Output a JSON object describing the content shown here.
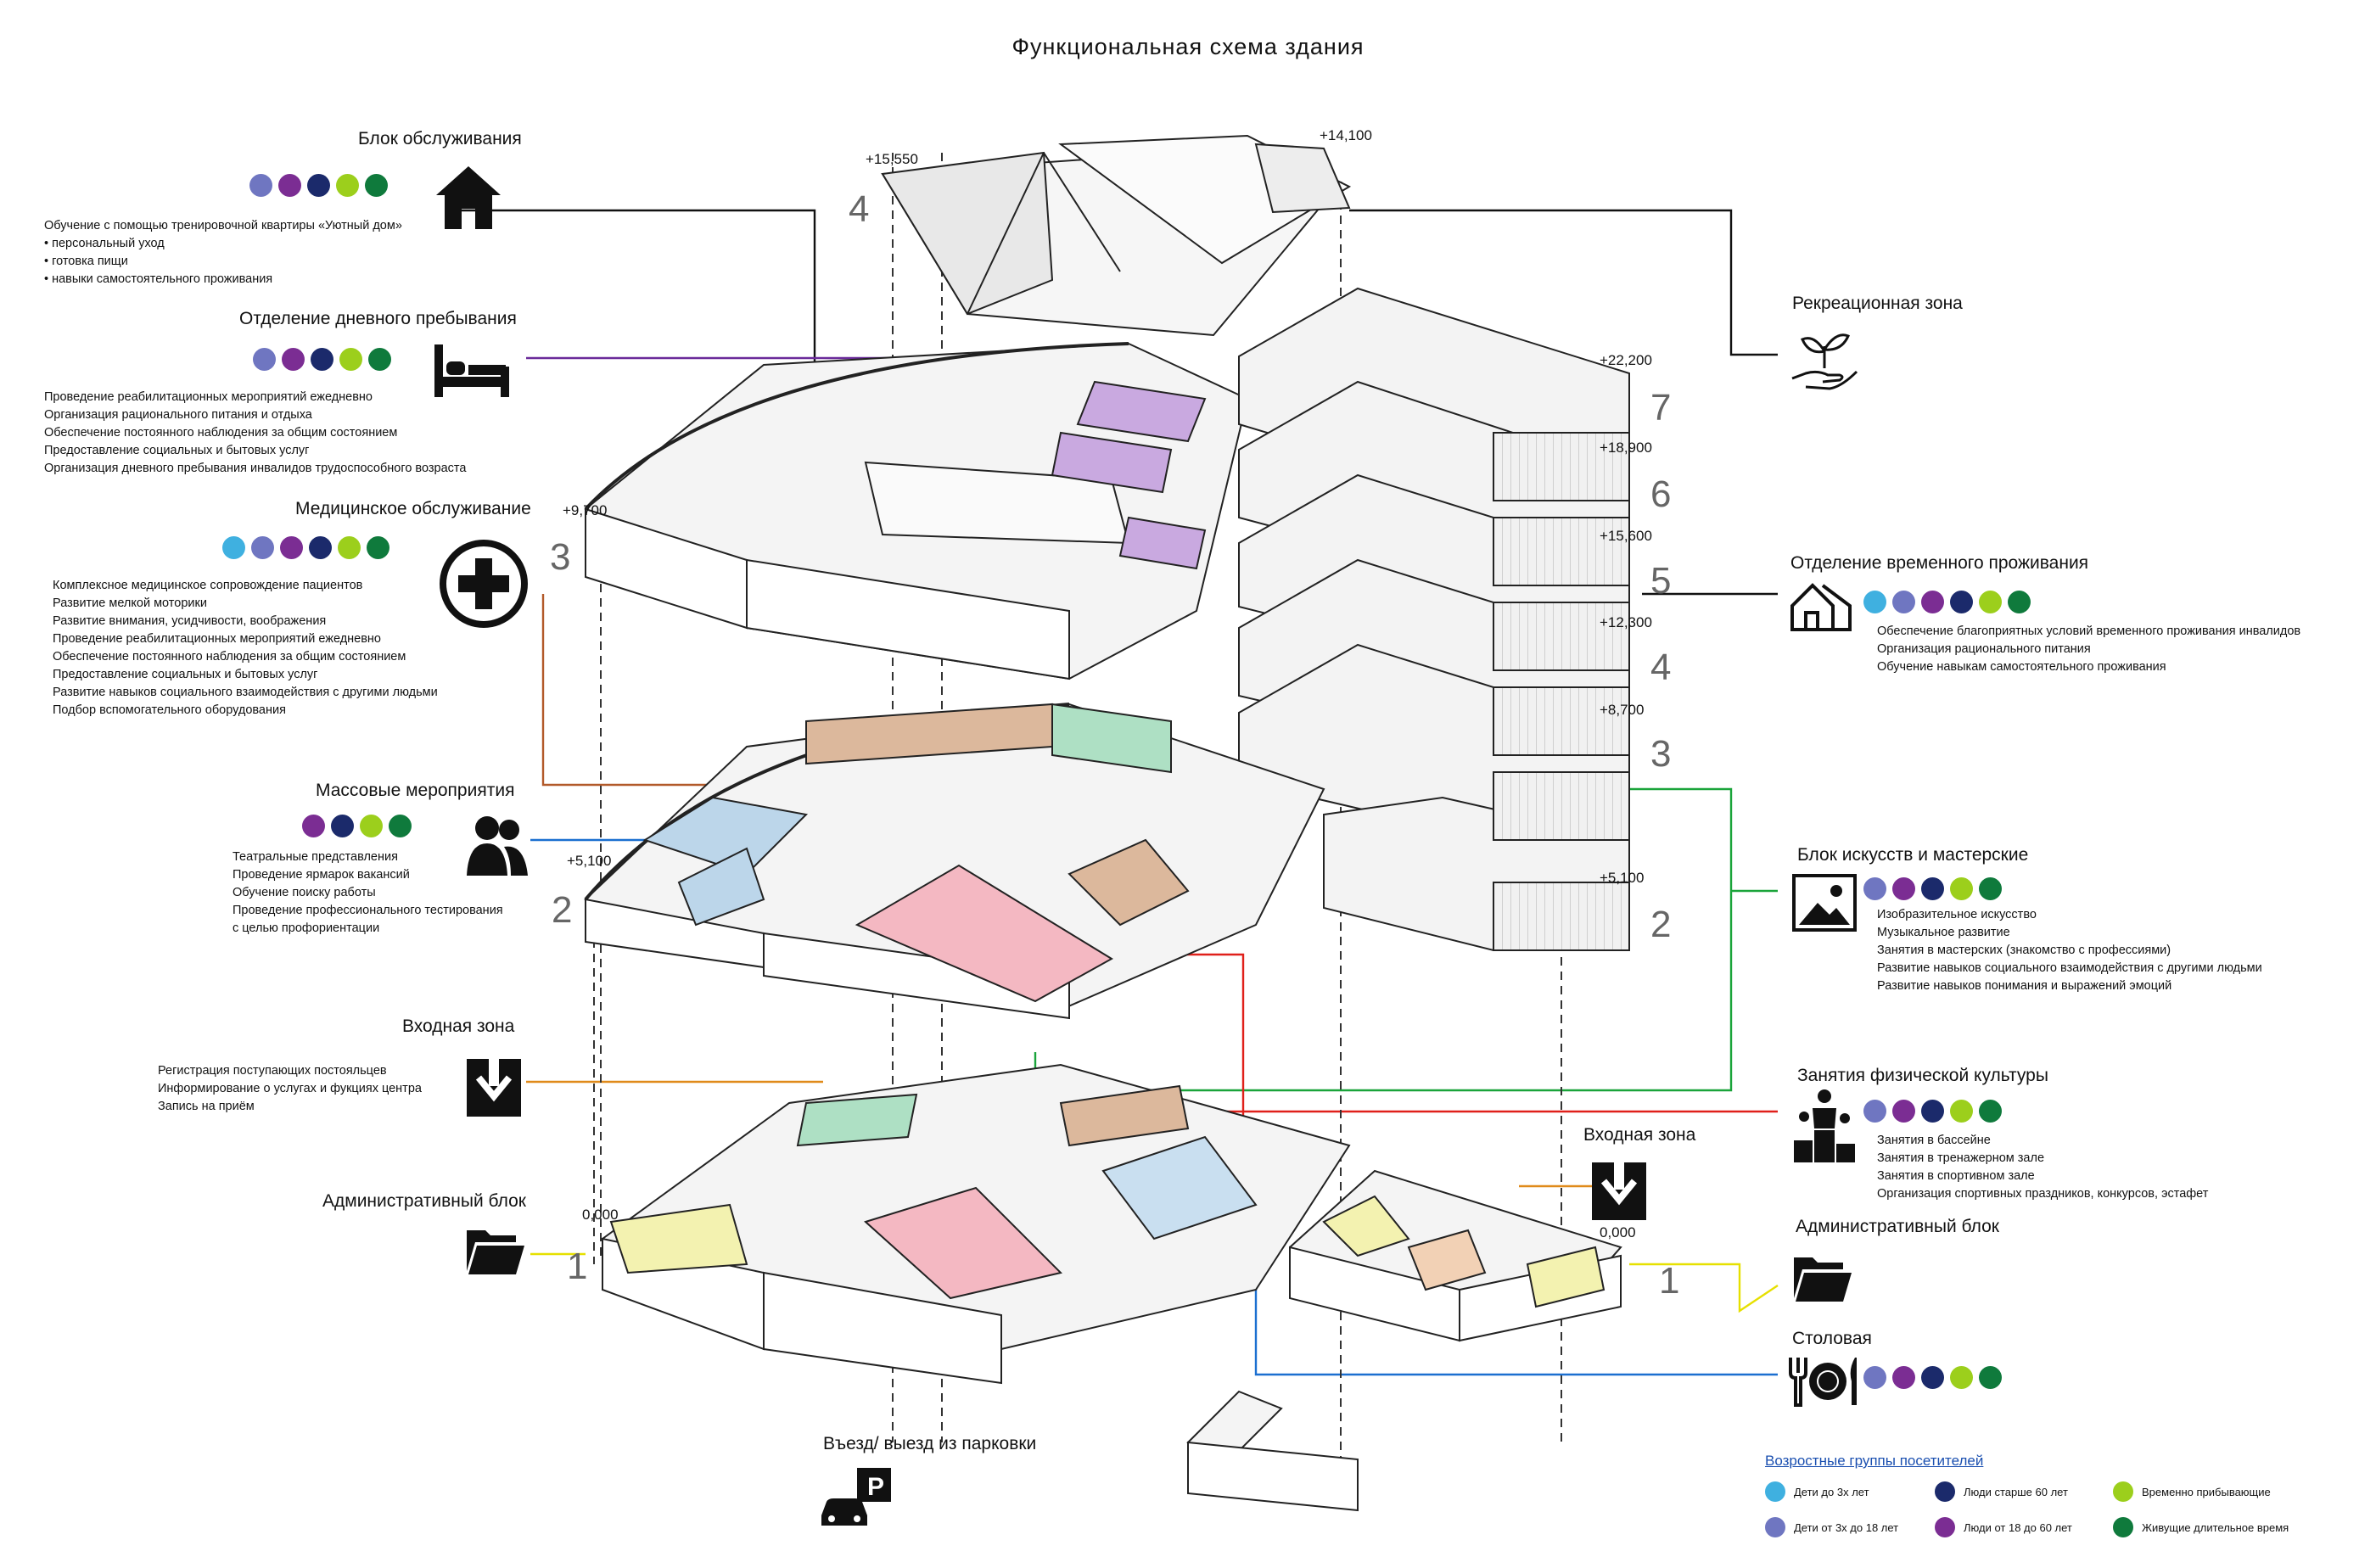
{
  "title": "Функциональная схема здания",
  "palette": {
    "children_0_3": "#3fb0e0",
    "children_3_18": "#6f76c1",
    "seniors_60": "#1b2a6b",
    "adults_18_60": "#7b2d93",
    "temporary": "#9ccf1c",
    "long_term": "#0f7a3c"
  },
  "zones": {
    "service": {
      "title": "Блок обслуживания",
      "items": [
        "Обучение с помощью тренировочной квартиры «Уютный дом»",
        "персональный уход",
        "готовка пищи",
        "навыки самостоятельного проживания"
      ],
      "dots": [
        "children_3_18",
        "adults_18_60",
        "seniors_60",
        "temporary",
        "long_term"
      ],
      "icon": "house-icon"
    },
    "day_stay": {
      "title": "Отделение дневного пребывания",
      "items": [
        "Проведение реабилитационных мероприятий ежедневно",
        "Организация рационального питания и отдыха",
        "Обеспечение постоянного наблюдения за общим состоянием",
        "Предоставление социальных и бытовых услуг",
        "Организация дневного пребывания инвалидов трудоспособного возраста"
      ],
      "dots": [
        "children_3_18",
        "adults_18_60",
        "seniors_60",
        "temporary",
        "long_term"
      ],
      "icon": "bed-icon"
    },
    "medical": {
      "title": "Медицинское обслуживание",
      "items": [
        "Комплексное медицинское сопровождение пациентов",
        "Развитие мелкой моторики",
        "Развитие внимания, усидчивости, воображения",
        "Проведение реабилитационных мероприятий ежедневно",
        "Обеспечение постоянного наблюдения за общим состоянием",
        "Предоставление социальных и бытовых услуг",
        "Развитие навыков социального взаимодействия с другими людьми",
        "Подбор вспомогательного оборудования"
      ],
      "dots": [
        "children_0_3",
        "children_3_18",
        "adults_18_60",
        "seniors_60",
        "temporary",
        "long_term"
      ],
      "icon": "medical-cross-icon"
    },
    "events": {
      "title": "Массовые мероприятия",
      "items": [
        "Театральные представления",
        "Проведение ярмарок вакансий",
        "Обучение поиску работы",
        "Проведение профессионального тестирования",
        "с целью профориентации"
      ],
      "dots": [
        "adults_18_60",
        "seniors_60",
        "temporary",
        "long_term"
      ],
      "icon": "people-icon"
    },
    "entrance_left": {
      "title": "Входная зона",
      "items": [
        "Регистрация поступающих постояльцев",
        "Информирование о услугах и фукциях центра",
        "Запись на приём"
      ],
      "icon": "entry-arrow-icon"
    },
    "admin_left": {
      "title": "Административный блок",
      "icon": "folder-icon"
    },
    "recreation": {
      "title": "Рекреационная зона",
      "icon": "plant-hand-icon"
    },
    "temp_living": {
      "title": "Отделение временного проживания",
      "items": [
        "Обеспечение благоприятных условий временного проживания инвалидов",
        "Организация рационального питания",
        "Обучение  навыкам самостоятельного проживания"
      ],
      "dots": [
        "children_0_3",
        "children_3_18",
        "adults_18_60",
        "seniors_60",
        "temporary",
        "long_term"
      ],
      "icon": "home-outline-icon"
    },
    "arts": {
      "title": "Блок искусств и мастерские",
      "items": [
        "Изобразительное искусство",
        "Музыкальное развитие",
        "Занятия в мастерских (знакомство с профессиями)",
        "Развитие навыков социального взаимодействия с другими людьми",
        "Развитие навыков понимания и выражений эмоций"
      ],
      "dots": [
        "children_3_18",
        "adults_18_60",
        "seniors_60",
        "temporary",
        "long_term"
      ],
      "icon": "picture-icon"
    },
    "sport": {
      "title": "Занятия физической культуры",
      "items": [
        "Занятия в бассейне",
        "Занятия в тренажерном зале",
        "Занятия в спортивном зале",
        "Организация спортивных праздников, конкурсов, эстафет"
      ],
      "dots": [
        "children_3_18",
        "adults_18_60",
        "seniors_60",
        "temporary",
        "long_term"
      ],
      "icon": "podium-icon"
    },
    "entrance_right": {
      "title": "Входная зона",
      "icon": "entry-arrow-icon"
    },
    "admin_right": {
      "title": "Административный блок",
      "icon": "folder-icon"
    },
    "dining": {
      "title": "Столовая",
      "dots": [
        "children_3_18",
        "adults_18_60",
        "seniors_60",
        "temporary",
        "long_term"
      ],
      "icon": "dining-icon"
    },
    "parking": {
      "title": "Въезд/ выезд из парковки",
      "icon": "parking-icon"
    }
  },
  "levels": [
    "+15,550",
    "+14,100",
    "+22,200",
    "+18,900",
    "+15,600",
    "+12,300",
    "+8,700",
    "+5,100",
    "+9,700",
    "+5,100",
    "0,000",
    "0,000"
  ],
  "floor_numbers": [
    "4",
    "3",
    "2",
    "1",
    "7",
    "6",
    "5",
    "4",
    "3",
    "2",
    "1"
  ],
  "legend": {
    "title": "Возростные группы посетителей",
    "entries": [
      {
        "color": "children_0_3",
        "label": "Дети до 3х лет"
      },
      {
        "color": "children_3_18",
        "label": "Дети от 3х до 18 лет"
      },
      {
        "color": "seniors_60",
        "label": "Люди старше 60 лет"
      },
      {
        "color": "adults_18_60",
        "label": "Люди от 18 до 60 лет"
      },
      {
        "color": "temporary",
        "label": "Временно прибывающие"
      },
      {
        "color": "long_term",
        "label": "Живущие длительное время"
      }
    ]
  }
}
